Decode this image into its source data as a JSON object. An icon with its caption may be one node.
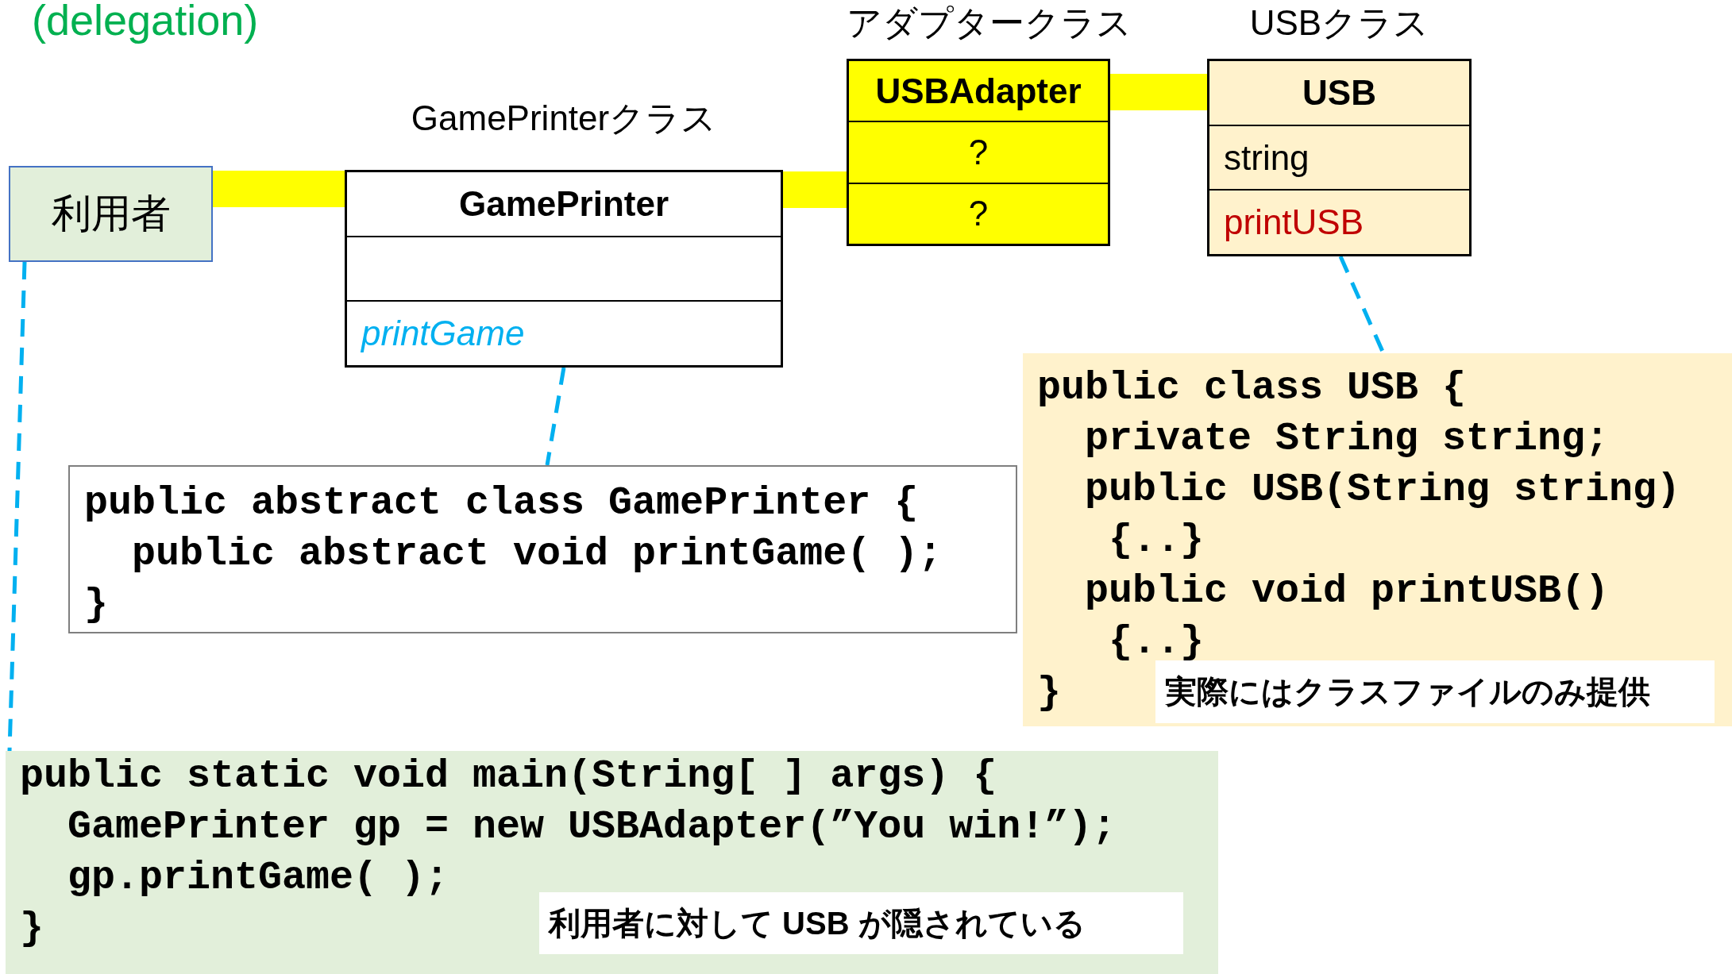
{
  "diagram": {
    "title": "(delegation)",
    "nodes": [
      {
        "text": [
          "利用者"
        ]
      },
      {
        "text": [
          "GamePrinterクラス",
          "GamePrinter",
          "printGame"
        ]
      },
      {
        "text": [
          "アダプタークラス",
          "USBAdapter",
          "?",
          "?"
        ]
      },
      {
        "text": [
          "USBクラス",
          "USB",
          "string",
          "printUSB"
        ]
      },
      {
        "text": [
          "public abstract class GamePrinter {",
          "public abstract void printGame( );",
          "}"
        ]
      },
      {
        "text": [
          "public class USB {",
          "private String string;",
          "public USB(String string)",
          "{..}",
          "public void printUSB()",
          "{..}",
          "}"
        ]
      },
      {
        "text": [
          "実際にはクラスファイルのみ提供"
        ],
        "in": 5
      },
      {
        "text": [
          "public static void main(String[ ] args) {",
          "GamePrinter gp = new USBAdapter(”You win!”);",
          "gp.printGame( );",
          "}"
        ]
      },
      {
        "text": [
          "利用者に対して USB が隠されている"
        ],
        "in": 7
      }
    ],
    "edges": [
      {
        "from": 0,
        "to": 1,
        "arrow": "none",
        "style": "thick",
        "color": "#ffff00"
      },
      {
        "from": 1,
        "to": 2,
        "arrow": "none",
        "style": "thick",
        "color": "#ffff00"
      },
      {
        "from": 2,
        "to": 3,
        "arrow": "none",
        "style": "thick",
        "color": "#ffff00"
      },
      {
        "from": 1,
        "to": 4,
        "arrow": "none",
        "style": "dashed",
        "color": "#00b0f0"
      },
      {
        "from": 3,
        "to": 5,
        "arrow": "none",
        "style": "dashed",
        "color": "#00b0f0"
      },
      {
        "from": 0,
        "to": 7,
        "arrow": "none",
        "style": "dashed",
        "color": "#00b0f0"
      }
    ]
  }
}
